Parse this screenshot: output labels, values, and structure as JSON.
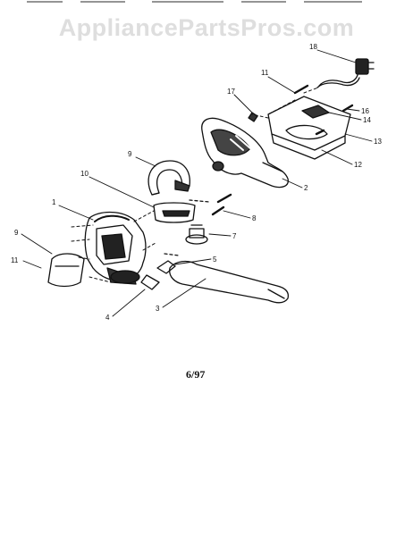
{
  "watermark": "AppliancePartsPros.com",
  "revision": "6/97",
  "callouts": [
    "18",
    "11",
    "17",
    "16",
    "14",
    "13",
    "12",
    "2",
    "9",
    "10",
    "8",
    "7",
    "5",
    "1",
    "9",
    "11",
    "4",
    "3"
  ]
}
